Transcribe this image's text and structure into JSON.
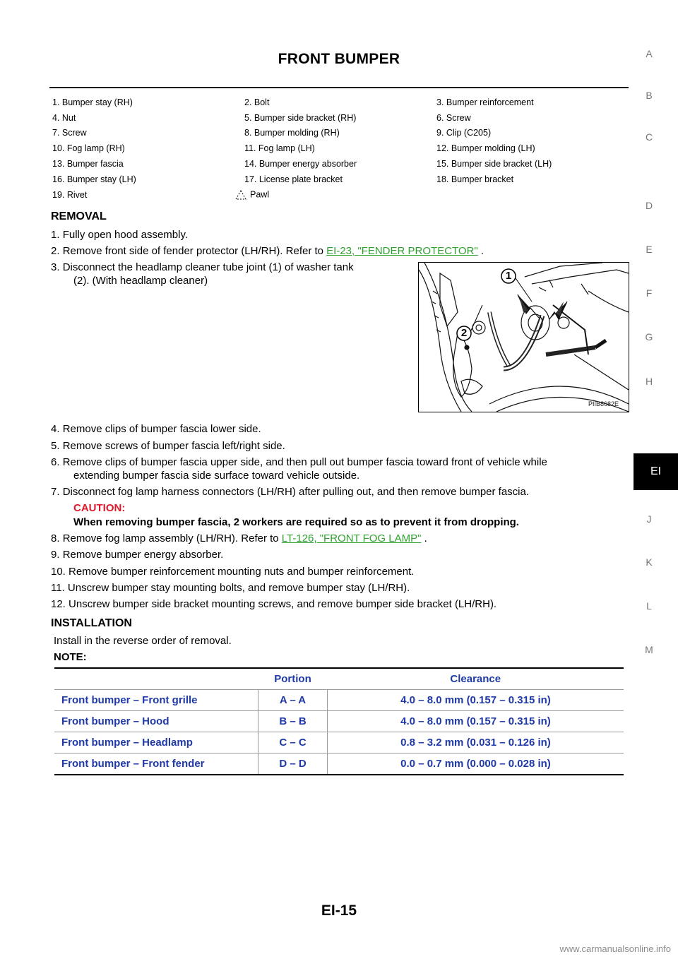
{
  "header": {
    "title": "FRONT BUMPER"
  },
  "side_index": {
    "letters": [
      "A",
      "B",
      "C",
      "D",
      "E",
      "F",
      "G",
      "H",
      "J",
      "K",
      "L",
      "M"
    ],
    "active": "EI"
  },
  "legend": [
    [
      "1.  Bumper stay (RH)",
      "2.  Bolt",
      "3.  Bumper reinforcement"
    ],
    [
      "4.  Nut",
      "5.  Bumper side bracket  (RH)",
      "6.  Screw"
    ],
    [
      "7.  Screw",
      "8.  Bumper molding (RH)",
      "9.  Clip (C205)"
    ],
    [
      "10.  Fog lamp (RH)",
      "11.  Fog lamp (LH)",
      "12.  Bumper molding (LH)"
    ],
    [
      "13.  Bumper fascia",
      "14.  Bumper energy absorber",
      "15.  Bumper side bracket (LH)"
    ],
    [
      "16.  Bumper stay (LH)",
      "17.  License plate bracket",
      "18.  Bumper bracket"
    ],
    [
      "19.  Rivet",
      "Pawl",
      ""
    ]
  ],
  "removal": {
    "heading": "REMOVAL",
    "step1": {
      "num": "1.",
      "text": "Fully open hood assembly."
    },
    "step2": {
      "num": "2.",
      "text": "Remove front side of fender protector (LH/RH). Refer to ",
      "link": "EI-23, \"FENDER PROTECTOR\"",
      "after": " ."
    },
    "step3": {
      "num": "3.",
      "line1": "Disconnect the headlamp cleaner tube joint (1) of washer tank",
      "line2": "(2). (With headlamp cleaner)"
    },
    "figure": {
      "code": "PIIB8682E",
      "callout1": "1",
      "callout2": "2"
    },
    "step4": {
      "num": "4.",
      "text": "Remove clips of bumper fascia lower side."
    },
    "step5": {
      "num": "5.",
      "text": "Remove screws of bumper fascia left/right side."
    },
    "step6": {
      "num": "6.",
      "line1": "Remove clips of bumper fascia upper side, and then pull out bumper fascia toward front of vehicle while",
      "line2": "extending bumper fascia side surface toward vehicle outside."
    },
    "step7": {
      "num": "7.",
      "text": "Disconnect fog lamp harness connectors (LH/RH) after pulling out, and then remove bumper fascia."
    },
    "caution_label": "CAUTION:",
    "caution_text": "When removing bumper fascia, 2 workers are required so as to prevent it from dropping.",
    "step8": {
      "num": "8.",
      "text": "Remove fog lamp assembly (LH/RH). Refer to ",
      "link": "LT-126, \"FRONT FOG LAMP\"",
      "after": " ."
    },
    "step9": {
      "num": "9.",
      "text": "Remove bumper energy absorber."
    },
    "step10": {
      "num": "10.",
      "text": "Remove bumper reinforcement mounting nuts and bumper reinforcement."
    },
    "step11": {
      "num": "11.",
      "text": "Unscrew bumper stay mounting bolts, and remove bumper stay (LH/RH)."
    },
    "step12": {
      "num": "12.",
      "text": "Unscrew bumper side bracket mounting screws, and remove bumper side bracket (LH/RH)."
    }
  },
  "installation": {
    "heading": "INSTALLATION",
    "text": "Install in the reverse order of removal.",
    "note_label": "NOTE:"
  },
  "clearance_table": {
    "headers": [
      "",
      "Portion",
      "Clearance"
    ],
    "rows": [
      [
        "Front bumper – Front grille",
        "A – A",
        "4.0 – 8.0 mm (0.157 – 0.315 in)"
      ],
      [
        "Front bumper – Hood",
        "B – B",
        "4.0 – 8.0 mm (0.157 – 0.315 in)"
      ],
      [
        "Front bumper – Headlamp",
        "C – C",
        "0.8 – 3.2 mm (0.031 – 0.126 in)"
      ],
      [
        "Front bumper – Front fender",
        "D – D",
        "0.0 – 0.7 mm (0.000 – 0.028 in)"
      ]
    ]
  },
  "footer": {
    "page_number": "EI-15",
    "watermark": "www.carmanualsonline.info"
  }
}
